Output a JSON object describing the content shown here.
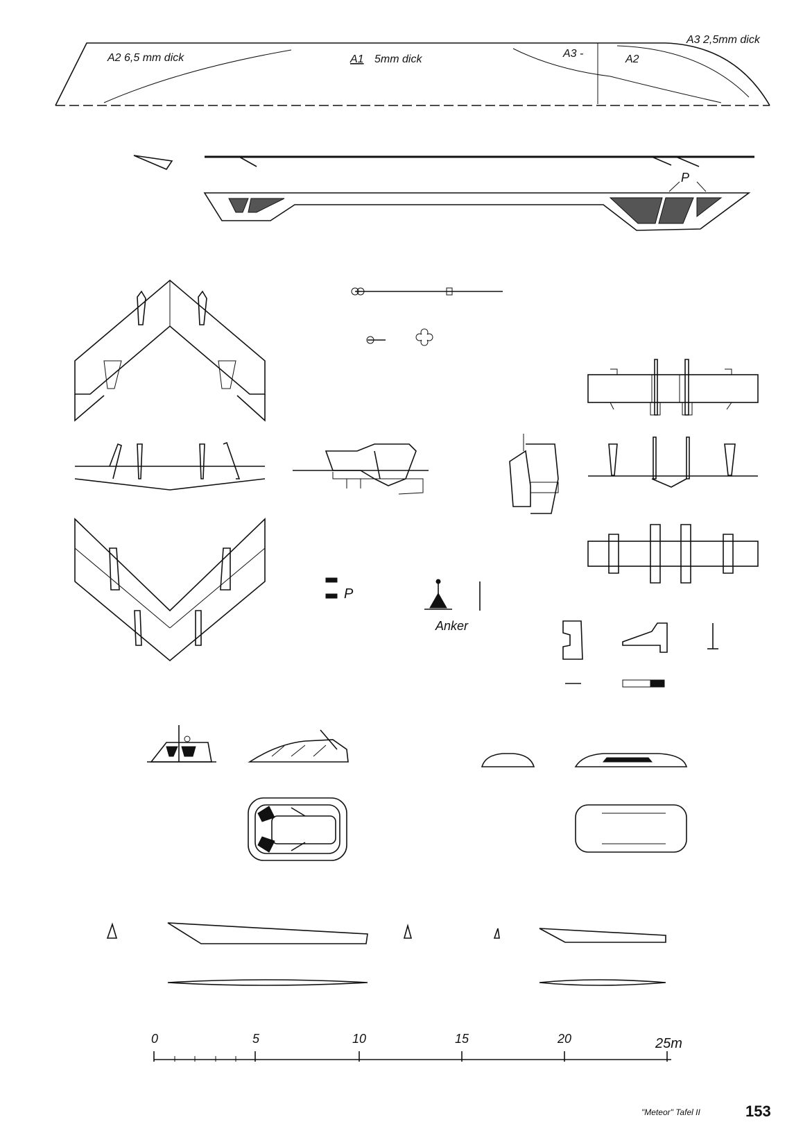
{
  "labels": {
    "a2": "A2 6,5 mm dick",
    "a1_code": "A1",
    "a1_text": "5mm dick",
    "a3_mid": "A3 -",
    "a2_right": "A2",
    "a3_top": "A3 2,5mm dick",
    "p_upper": "P",
    "p_lower": "P",
    "anker": "Anker"
  },
  "scale": {
    "ticks": [
      "0",
      "5",
      "10",
      "15",
      "20"
    ],
    "end": "25m"
  },
  "footer": {
    "caption": "\"Meteor\" Tafel II",
    "page_number": "153"
  }
}
